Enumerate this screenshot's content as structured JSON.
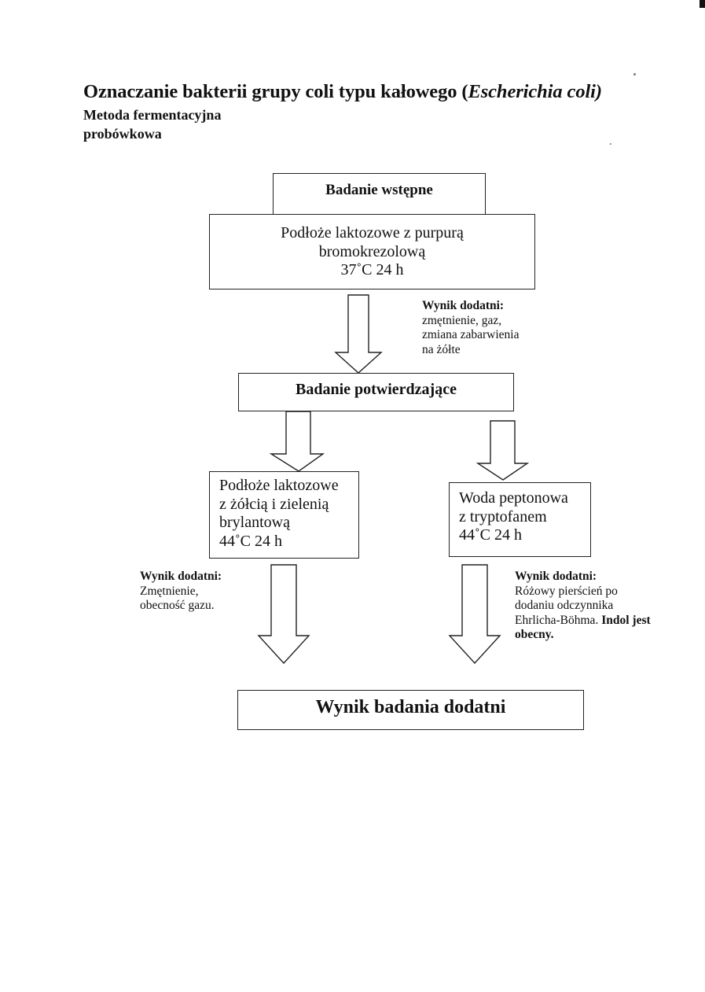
{
  "document": {
    "title_prefix": "Oznaczanie bakterii grupy coli typu kałowego (",
    "title_italic": "Escherichia coli)",
    "subtitle_line1": "Metoda fermentacyjna",
    "subtitle_line2": "probówkowa"
  },
  "flowchart": {
    "preliminary": {
      "heading": "Badanie wstępne",
      "medium_line1": "Podłoże laktozowe z purpurą",
      "medium_line2": "bromokrezolową",
      "conditions": "37˚C  24 h",
      "result_label": "Wynik dodatni:",
      "result_line1": "zmętnienie, gaz,",
      "result_line2": "zmiana zabarwienia",
      "result_line3": "na żółte"
    },
    "confirmatory": {
      "heading": "Badanie potwierdzające"
    },
    "left_branch": {
      "line1": "Podłoże laktozowe",
      "line2": "z żółcią i zielenią",
      "line3": "brylantową",
      "conditions": "44˚C  24 h",
      "result_label": "Wynik dodatni:",
      "result_line1": "Zmętnienie,",
      "result_line2": "obecność gazu."
    },
    "right_branch": {
      "line1": "Woda peptonowa",
      "line2": "z tryptofanem",
      "conditions": "44˚C  24 h",
      "result_label": "Wynik dodatni:",
      "result_line1": "Różowy pierścień po",
      "result_line2": "dodaniu odczynnika",
      "result_line3_plain": "Ehrlicha-Böhma. ",
      "result_line3_bold": "Indol jest",
      "result_line4_bold": "obecny."
    },
    "final": {
      "label": "Wynik badania dodatni"
    }
  }
}
